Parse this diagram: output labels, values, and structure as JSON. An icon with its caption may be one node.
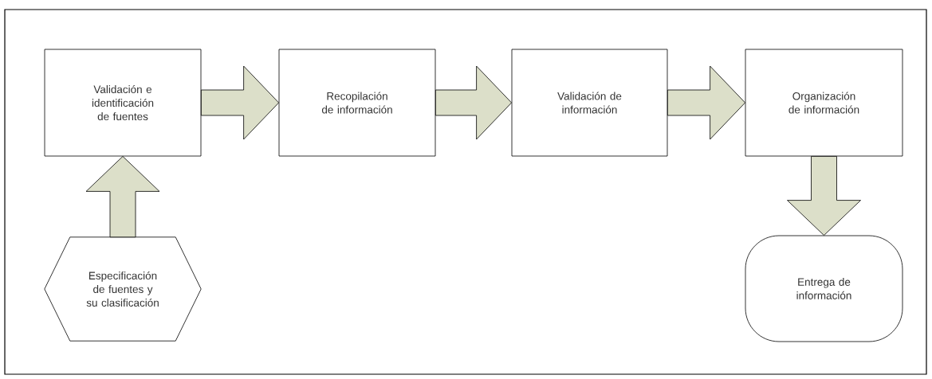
{
  "diagram": {
    "nodes": [
      {
        "text": [
          "Validación e identificación de fuentes"
        ]
      },
      {
        "text": [
          "Recopilación de información"
        ]
      },
      {
        "text": [
          "Validación de información"
        ]
      },
      {
        "text": [
          "Organización de información"
        ]
      },
      {
        "text": [
          "Especificación de fuentes y su clasificación"
        ]
      },
      {
        "text": [
          "Entrega de información"
        ]
      }
    ],
    "edges": [
      {
        "from": 0,
        "to": 1,
        "arrow": "to"
      },
      {
        "from": 1,
        "to": 2,
        "arrow": "to"
      },
      {
        "from": 2,
        "to": 3,
        "arrow": "to"
      },
      {
        "from": 4,
        "to": 0,
        "arrow": "to"
      },
      {
        "from": 3,
        "to": 5,
        "arrow": "to"
      }
    ]
  }
}
